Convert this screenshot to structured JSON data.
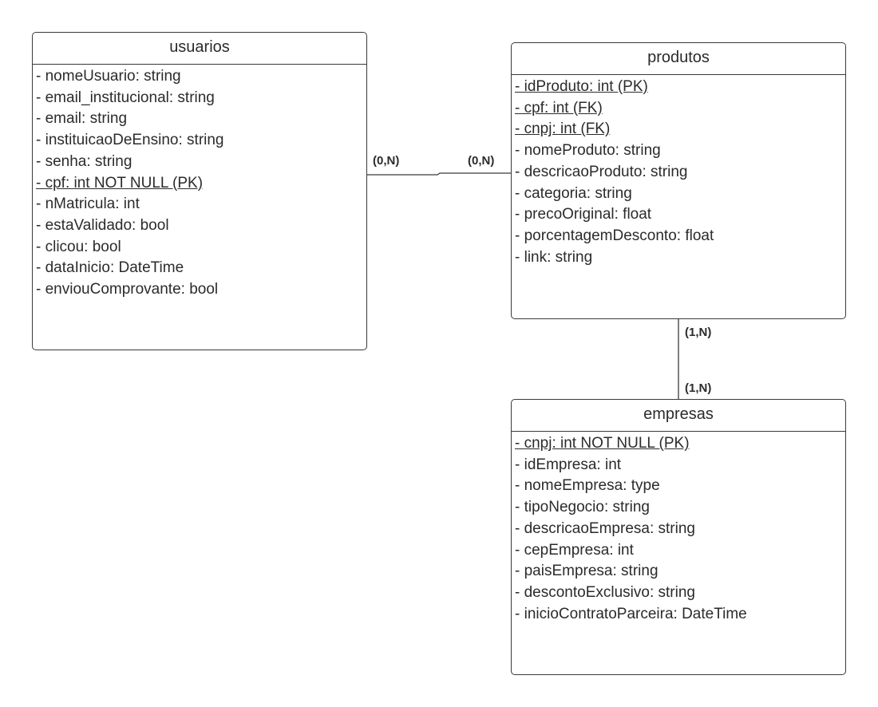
{
  "entities": {
    "usuarios": {
      "title": "usuarios",
      "attributes": [
        {
          "text": "- nomeUsuario: string",
          "key": false
        },
        {
          "text": "- email_institucional: string",
          "key": false
        },
        {
          "text": "- email: string",
          "key": false
        },
        {
          "text": "- instituicaoDeEnsino: string",
          "key": false
        },
        {
          "text": "- senha: string",
          "key": false
        },
        {
          "text": "- cpf: int NOT NULL (PK)",
          "key": true
        },
        {
          "text": "- nMatricula: int",
          "key": false
        },
        {
          "text": "- estaValidado: bool",
          "key": false
        },
        {
          "text": "- clicou: bool",
          "key": false
        },
        {
          "text": "- dataInicio: DateTime",
          "key": false
        },
        {
          "text": "- enviouComprovante: bool",
          "key": false
        }
      ]
    },
    "produtos": {
      "title": "produtos",
      "attributes": [
        {
          "text": "- idProduto: int (PK)",
          "key": true
        },
        {
          "text": "- cpf: int (FK)",
          "key": true
        },
        {
          "text": "- cnpj: int (FK)",
          "key": true
        },
        {
          "text": "- nomeProduto: string",
          "key": false
        },
        {
          "text": "- descricaoProduto: string",
          "key": false
        },
        {
          "text": "- categoria: string",
          "key": false
        },
        {
          "text": "- precoOriginal: float",
          "key": false
        },
        {
          "text": "- porcentagemDesconto: float",
          "key": false
        },
        {
          "text": "- link: string",
          "key": false
        }
      ]
    },
    "empresas": {
      "title": "empresas",
      "attributes": [
        {
          "text": "- cnpj: int NOT NULL (PK)",
          "key": true
        },
        {
          "text": "- idEmpresa: int",
          "key": false
        },
        {
          "text": "- nomeEmpresa: type",
          "key": false
        },
        {
          "text": "- tipoNegocio: string",
          "key": false
        },
        {
          "text": "- descricaoEmpresa: string",
          "key": false
        },
        {
          "text": "- cepEmpresa: int",
          "key": false
        },
        {
          "text": "- paisEmpresa: string",
          "key": false
        },
        {
          "text": "- descontoExclusivo: string",
          "key": false
        },
        {
          "text": "- inicioContratoParceira: DateTime",
          "key": false
        }
      ]
    }
  },
  "relationships": {
    "usuarios_produtos": {
      "from_card": "(0,N)",
      "to_card": "(0,N)"
    },
    "produtos_empresas": {
      "from_card": "(1,N)",
      "to_card": "(1,N)"
    }
  },
  "colors": {
    "stroke": "#3a3a3a",
    "text": "#2b2b2b",
    "background": "#ffffff"
  }
}
